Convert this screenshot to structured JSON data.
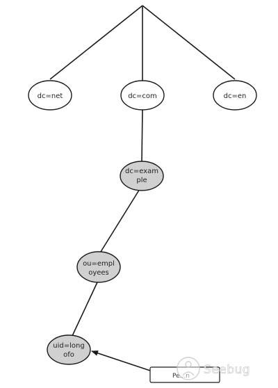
{
  "tree": {
    "nodes": {
      "net": "dc=net",
      "com": "dc=com",
      "en": "dc=en",
      "example_line1": "dc=exam",
      "example_line2": "ple",
      "employees_line1": "ou=empl",
      "employees_line2": "oyees",
      "uid_line1": "uid=long",
      "uid_line2": "ofo"
    },
    "entry_box": {
      "label": "Pe...n"
    }
  },
  "watermark": {
    "text": "Seebug"
  }
}
